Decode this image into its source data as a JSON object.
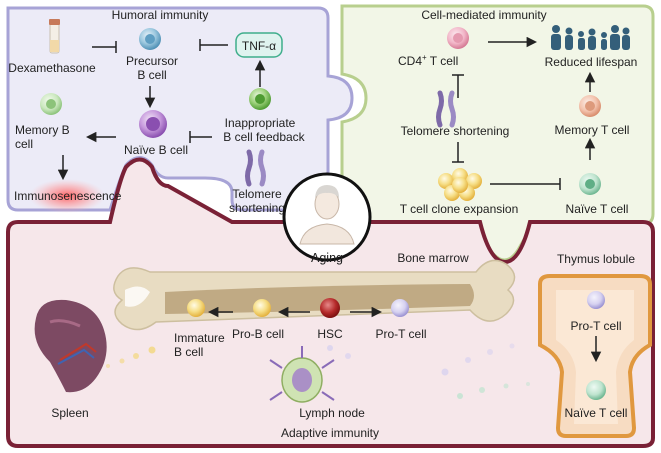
{
  "colors": {
    "humoral_fill": "#ecebf7",
    "humoral_stroke": "#a7a3d6",
    "cellular_fill": "#f2f6e7",
    "cellular_stroke": "#b8cf8e",
    "adaptive_fill": "#f6e7ea",
    "adaptive_stroke": "#7a2136",
    "thymus_fill": "#f7dcc2",
    "thymus_stroke": "#e0983f",
    "bone": "#e8dcc2",
    "marrow": "#b39a6f",
    "spleen": "#7d4a63",
    "tnf_fill": "#dff3ef",
    "tnf_stroke": "#3fae8c"
  },
  "humoral": {
    "title": "Humoral immunity",
    "dexamethasone": "Dexamethasone",
    "precursor_line1": "Precursor",
    "precursor_line2": "B cell",
    "tnf": "TNF-α",
    "naive_b": "Naïve B cell",
    "memory_line1": "Memory  B",
    "memory_line2": "cell",
    "inappropriate_line1": "Inappropriate",
    "inappropriate_line2": "B cell feedback",
    "telomere_line1": "Telomere",
    "telomere_line2": "shortening",
    "immunosenescence": "Immunosenescence"
  },
  "cellular": {
    "title": "Cell-mediated immunity",
    "cd4_prefix": "CD4",
    "cd4_sup": "+",
    "cd4_suffix": " T cell",
    "reduced_lifespan": "Reduced lifespan",
    "telomere_shortening": "Telomere shortening",
    "memory_t": "Memory T cell",
    "clone_expansion": "T cell clone expansion",
    "naive_t": "Naïve T cell"
  },
  "center": {
    "aging": "Aging"
  },
  "adaptive": {
    "title": "Adaptive immunity",
    "bone_marrow": "Bone marrow",
    "pro_b": "Pro-B cell",
    "hsc": "HSC",
    "pro_t": "Pro-T cell",
    "immature_line1": "Immature",
    "immature_line2": "B cell",
    "spleen": "Spleen",
    "lymph_node": "Lymph node"
  },
  "thymus": {
    "title": "Thymus lobule",
    "pro_t": "Pro-T cell",
    "naive_t": "Naïve T cell"
  }
}
